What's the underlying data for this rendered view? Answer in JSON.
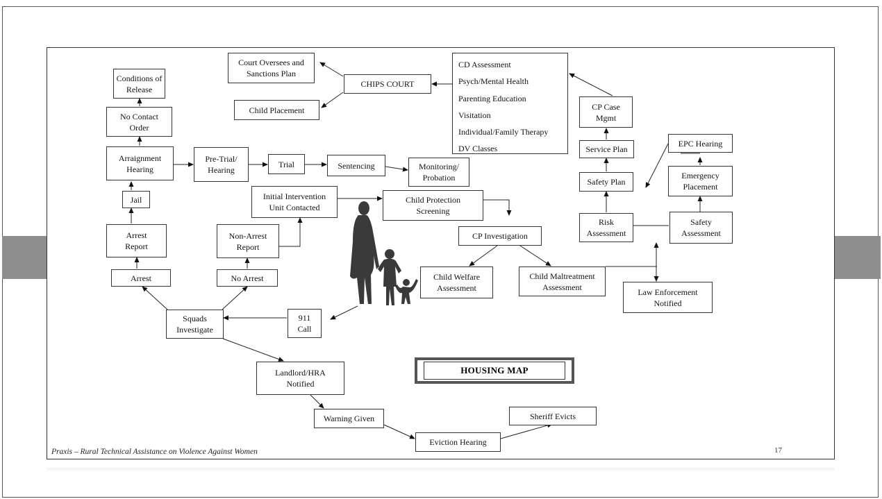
{
  "title": "HOUSING MAP",
  "footer": "Praxis – Rural Technical Assistance on Violence Against Women",
  "page_number": "17",
  "nodes": {
    "conditions": "Conditions of\nRelease",
    "no_contact": "No Contact\nOrder",
    "arraignment": "Arraignment\nHearing",
    "pretrial": "Pre-Trial/\nHearing",
    "trial": "Trial",
    "sentencing": "Sentencing",
    "monitoring": "Monitoring/\nProbation",
    "jail": "Jail",
    "arrest_report": "Arrest\nReport",
    "arrest": "Arrest",
    "non_arrest_report": "Non-Arrest\nReport",
    "no_arrest": "No Arrest",
    "squads": "Squads\nInvestigate",
    "call911": "911\nCall",
    "initial_intervention": "Initial Intervention\nUnit Contacted",
    "cp_screening": "Child Protection\nScreening",
    "cp_investigation": "CP Investigation",
    "child_welfare": "Child Welfare\nAssessment",
    "child_maltreatment": "Child Maltreatment\nAssessment",
    "law_enforcement": "Law Enforcement\nNotified",
    "court_oversees": "Court Oversees and\nSanctions Plan",
    "chips_court": "CHIPS COURT",
    "child_placement": "Child Placement",
    "cp_case": "CP Case\nMgmt",
    "service_plan": "Service Plan",
    "safety_plan": "Safety Plan",
    "risk_assessment": "Risk\nAssessment",
    "epc_hearing": "EPC Hearing",
    "emergency_placement": "Emergency\nPlacement",
    "safety_assessment": "Safety\nAssessment",
    "landlord": "Landlord/HRA\nNotified",
    "warning": "Warning Given",
    "eviction_hearing": "Eviction Hearing",
    "sheriff": "Sheriff Evicts"
  },
  "cd_services": [
    "CD Assessment",
    "Psych/Mental Health",
    "Parenting Education",
    "Visitation",
    "Individual/Family Therapy",
    "DV Classes"
  ],
  "figure_icon": "mother-and-children-silhouette-icon"
}
